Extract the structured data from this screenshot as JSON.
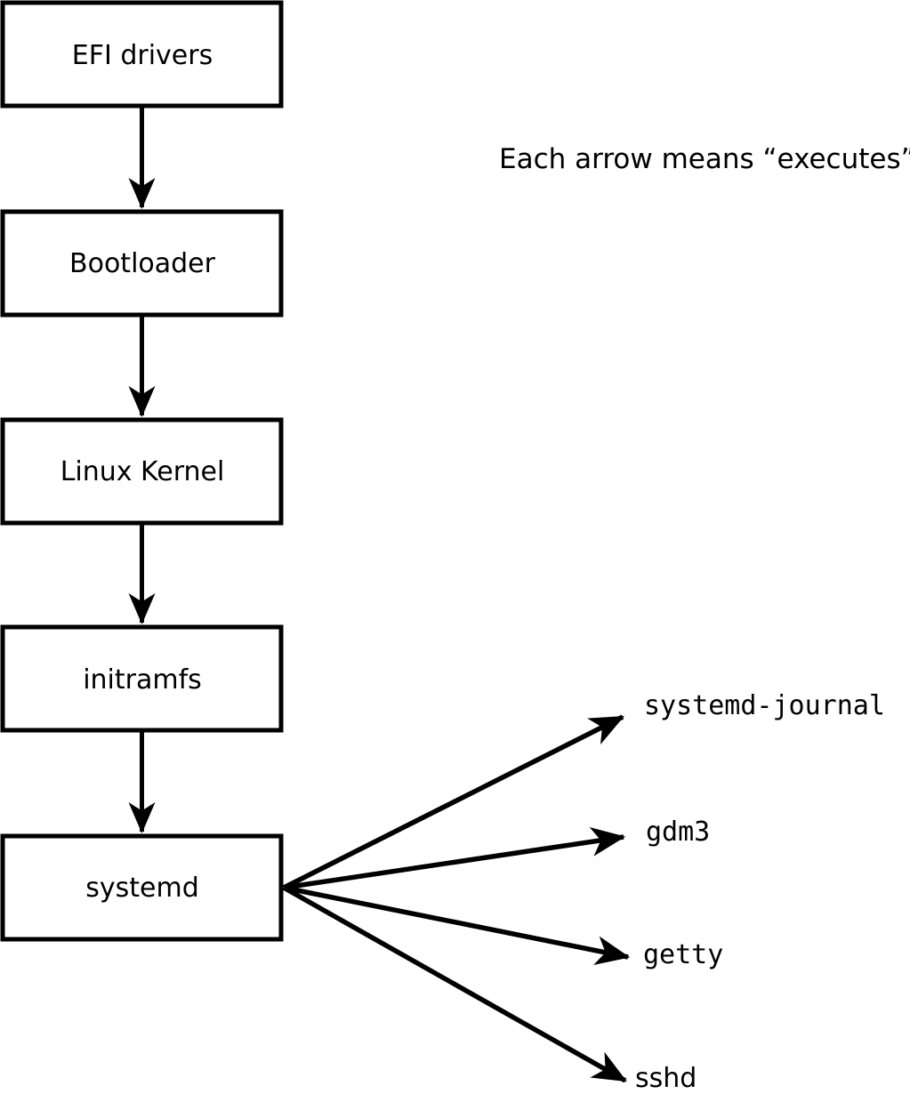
{
  "note": "Each arrow means “executes”.",
  "colors": {
    "background": "#ffffff",
    "stroke": "#000000",
    "text": "#000000",
    "box_fill": "#ffffff"
  },
  "boot_chain": [
    {
      "id": "efi-drivers",
      "label": "EFI drivers"
    },
    {
      "id": "bootloader",
      "label": "Bootloader"
    },
    {
      "id": "linux-kernel",
      "label": "Linux Kernel"
    },
    {
      "id": "initramfs",
      "label": "initramfs"
    },
    {
      "id": "systemd",
      "label": "systemd"
    }
  ],
  "systemd_children": [
    {
      "id": "systemd-journal",
      "label": "systemd-journal"
    },
    {
      "id": "gdm3",
      "label": "gdm3"
    },
    {
      "id": "getty",
      "label": "getty"
    },
    {
      "id": "sshd",
      "label": "sshd"
    }
  ]
}
